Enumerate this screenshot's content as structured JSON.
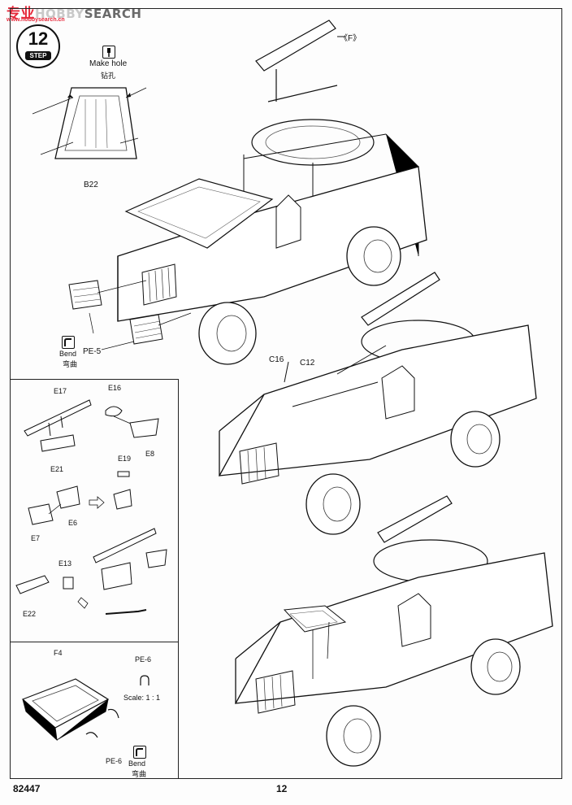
{
  "watermark": {
    "cn": "专业",
    "hobby": "HOBBY",
    "search": "SEARCH",
    "sub": "www.hobbysearch.cn"
  },
  "step": {
    "number": "12",
    "label": "STEP"
  },
  "top_section": {
    "make_hole": "Make hole",
    "make_hole_cn": "钻孔",
    "part_b22": "B22",
    "callout_f": "《F》",
    "bend": "Bend",
    "bend_cn": "弯曲",
    "part_pe5": "PE-5"
  },
  "middle_section": {
    "part_c16": "C16",
    "part_c12": "C12"
  },
  "inset_weapons": {
    "parts": [
      "E17",
      "E16",
      "E21",
      "E8",
      "E19",
      "E7",
      "E6",
      "E13",
      "E22"
    ]
  },
  "inset_basket": {
    "part_f4": "F4",
    "part_pe6": "PE-6",
    "scale": "Scale: 1 : 1",
    "part_pe6_b": "PE-6",
    "bend": "Bend",
    "bend_cn": "弯曲"
  },
  "footer": {
    "code": "82447",
    "page": "12"
  }
}
